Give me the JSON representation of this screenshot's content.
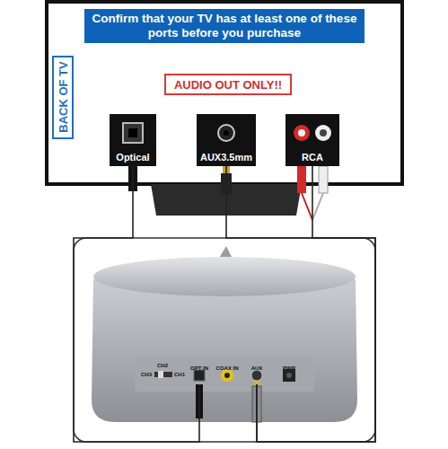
{
  "diagram": {
    "nodes": [
      {
        "text": [
          "Confirm that your TV has at least one of these ports before you purchase"
        ]
      },
      {
        "text": [
          "BACK OF TV"
        ]
      },
      {
        "text": [
          "AUDIO OUT ONLY!!"
        ]
      },
      {
        "text": [
          "Optical"
        ]
      },
      {
        "text": [
          "AUX3.5mm"
        ]
      },
      {
        "text": [
          "RCA"
        ]
      },
      {
        "text": [
          "OPT IN"
        ]
      },
      {
        "text": [
          "COAX IN"
        ]
      },
      {
        "text": [
          "AUX"
        ]
      },
      {
        "text": [
          "PWR"
        ]
      }
    ],
    "edges": [
      {
        "from": 3,
        "to": 6,
        "arrow": "none"
      },
      {
        "from": 4,
        "to": 8,
        "arrow": "none"
      },
      {
        "from": 5,
        "to": 8,
        "arrow": "none"
      }
    ],
    "labels": [
      "CH2",
      "CH3",
      "CH1"
    ]
  }
}
